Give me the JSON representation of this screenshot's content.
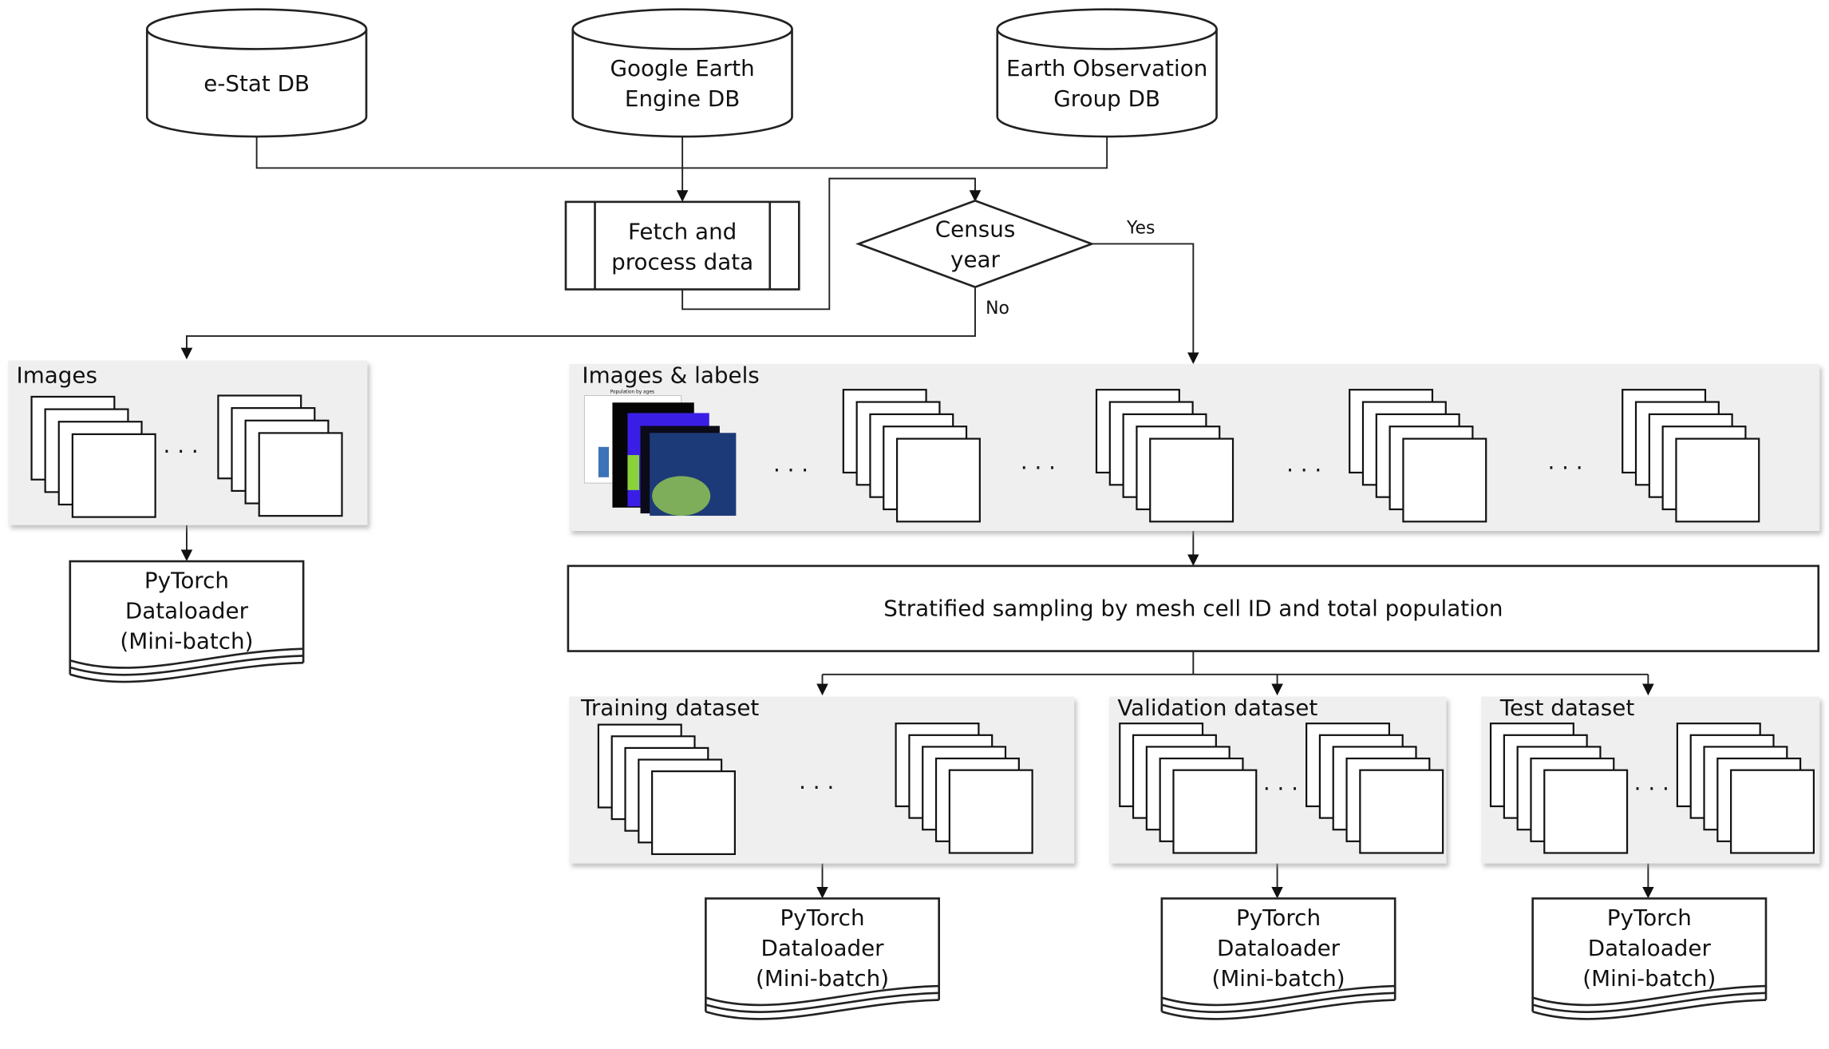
{
  "databases": [
    {
      "label_lines": [
        "e-Stat DB"
      ]
    },
    {
      "label_lines": [
        "Google Earth",
        "Engine DB"
      ]
    },
    {
      "label_lines": [
        "Earth Observation",
        "Group DB"
      ]
    }
  ],
  "process": {
    "label_lines": [
      "Fetch and",
      "process data"
    ]
  },
  "decision": {
    "label_lines": [
      "Census",
      "year"
    ],
    "yes": "Yes",
    "no": "No"
  },
  "images_panel": {
    "title": "Images",
    "ellipsis": ". . ."
  },
  "images_labels_panel": {
    "title": "Images & labels",
    "ellipsis": ". . .",
    "thumbnail_chart_title": "Population by ages"
  },
  "sampling": {
    "label": "Stratified sampling by mesh cell ID and total population"
  },
  "splits": [
    {
      "title": "Training dataset",
      "ellipsis": ". . ."
    },
    {
      "title": "Validation dataset",
      "ellipsis": ". . ."
    },
    {
      "title": "Test dataset",
      "ellipsis": ". . ."
    }
  ],
  "dataloader": {
    "label_lines": [
      "PyTorch",
      "Dataloader",
      "(Mini-batch)"
    ]
  }
}
